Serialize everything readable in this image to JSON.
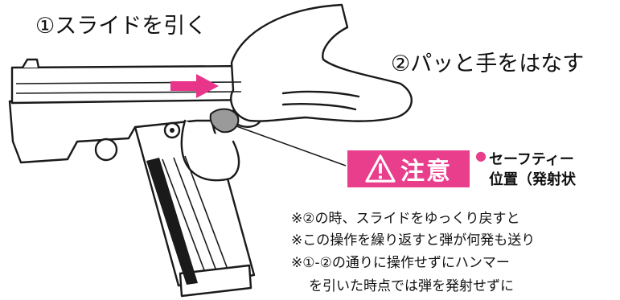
{
  "steps": {
    "step1": "①スライドを引く",
    "step2": "②パッと手をはなす"
  },
  "caution": {
    "icon": "warning-triangle-icon",
    "label": "注意",
    "badge_color": "#e83e8c"
  },
  "safety": {
    "bullet": "●",
    "line1": "セーフティー",
    "line2": "位置（発射状"
  },
  "notes": [
    "※②の時、スライドをゆっくり戻すと",
    "※この操作を繰り返すと弾が何発も送り",
    "※①-②の通りに操作せずにハンマー",
    "を引いた時点では弾を発射せずに"
  ],
  "arrow_color": "#e8358a",
  "icons": [
    "pistol-illustration",
    "hand-illustration",
    "pull-arrow-icon"
  ]
}
